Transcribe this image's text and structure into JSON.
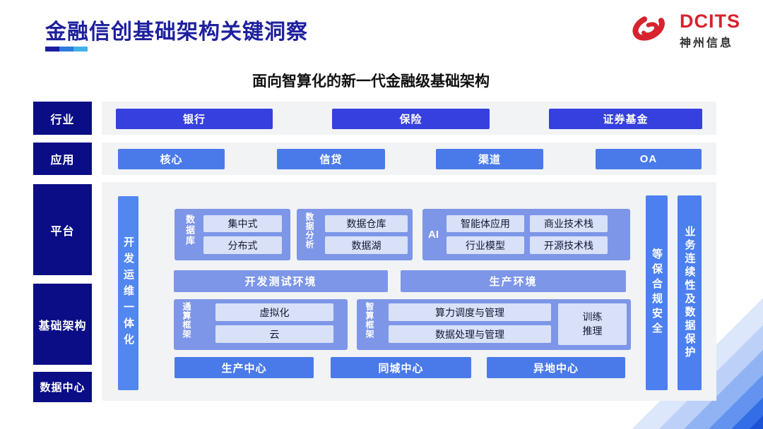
{
  "header": {
    "title": "金融信创基础架构关键洞察",
    "logo_text": "DCITS",
    "logo_company": "神州信息"
  },
  "subtitle": "面向智算化的新一代金融级基础架构",
  "rows": {
    "industry": {
      "label": "行业",
      "items": [
        "银行",
        "保险",
        "证券基金"
      ]
    },
    "application": {
      "label": "应用",
      "items": [
        "核心",
        "信贷",
        "渠道",
        "OA"
      ]
    },
    "platform_label": "平台",
    "infrastructure_label": "基础架构",
    "datacenter_label": "数据中心"
  },
  "platform": {
    "devops_bar": "开发运维一体化",
    "database": {
      "label": "数据库",
      "items": [
        "集中式",
        "分布式"
      ]
    },
    "analytics": {
      "label": "数据分析",
      "items": [
        "数据仓库",
        "数据湖"
      ]
    },
    "ai": {
      "label": "AI",
      "items": [
        "智能体应用",
        "商业技术栈",
        "行业模型",
        "开源技术栈"
      ]
    },
    "environments": [
      "开发测试环境",
      "生产环境"
    ],
    "general_compute": {
      "label": "通算框架",
      "items": [
        "虚拟化",
        "云"
      ]
    },
    "smart_compute": {
      "label": "智算框架",
      "items": [
        "算力调度与管理",
        "数据处理与管理"
      ],
      "side_lines": [
        "训练",
        "推理"
      ]
    },
    "centers": [
      "生产中心",
      "同城中心",
      "异地中心"
    ],
    "security_bar": "等保合规安全",
    "continuity_bar": "业务连续性及数据保护"
  },
  "colors": {
    "title_navy": "#1E209D",
    "rail_navy": "#0A0D85",
    "royal_blue": "#3640DE",
    "mid_blue": "#4A7AEA",
    "bar_blue": "#4C80F0",
    "periwinkle": "#7E96E8",
    "light_cell": "#D8E1F8",
    "strip_gray": "#F2F3F5",
    "logo_red": "#D6232E",
    "underline": [
      "#191C9F",
      "#2E7ADF",
      "#43B2E9"
    ]
  }
}
